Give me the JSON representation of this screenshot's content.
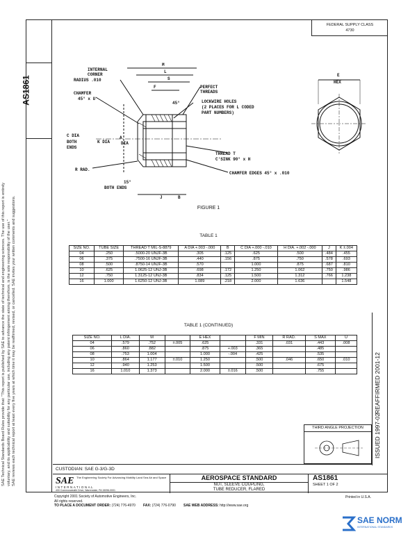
{
  "document": {
    "number": "AS1861",
    "federal_supply_class_label": "FEDERAL SUPPLY CLASS",
    "federal_supply_class_value": "4730",
    "reaffirmed": "REAFFIRMED 2001-12",
    "issued": "ISSUED 1997-02",
    "sidebar_text_1": "SAE Technical Standards Board Rules provide that: \"This report is published by SAE to advance the state of technical and engineering sciences. The use of this report is entirely",
    "sidebar_text_2": "voluntary, and its applicability and suitability for any particular use, including any patent infringement arising therefrom, is the sole responsibility of the user.\"",
    "sidebar_text_3": "SAE reviews each technical report at least every five years at which time it may be reaffirmed, revised, or cancelled. SAE invites your written comments and suggestions."
  },
  "figure": {
    "caption": "FIGURE 1",
    "labels": {
      "internal_corner": "INTERNAL",
      "internal_corner2": "CORNER",
      "internal_corner3": "RADIUS .010",
      "chamfer": "CHAMFER",
      "chamfer2": "45° x U",
      "c_dia": "C DIA",
      "both_ends": "BOTH",
      "both_ends2": "ENDS",
      "k_dia": "K DIA",
      "a_dia": "A",
      "a_dia2": "DIA",
      "r_rad": "R RAD.",
      "fifteen": "15°",
      "both_ends_bottom": "BOTH ENDS",
      "perfect_threads": "PERFECT",
      "perfect_threads2": "THREADS",
      "lockwire": "LOCKWIRE HOLES",
      "lockwire2": "(2 PLACES FOR L CODED",
      "lockwire3": "PART NUMBERS)",
      "thread_t": "THREAD T",
      "csk": "C'SINK 90° x H",
      "chamfer_edges": "CHAMFER EDGES 45° x .010",
      "forty_five": "45°",
      "dim_m": "M",
      "dim_l": "L",
      "dim_s": "S",
      "dim_f": "F",
      "dim_j": "J",
      "dim_b": "B",
      "dim_e": "E",
      "hex": "HEX"
    }
  },
  "table1": {
    "title": "TABLE 1",
    "headers": [
      "SIZE NO.",
      "TUBE SIZE",
      "THREAD T MIL-S-8879",
      "A DIA +.003 -.000",
      "B",
      "C DIA +.000 -.010",
      "H DIA. +.002 -.000",
      "J",
      "K ±.004"
    ],
    "rows": [
      [
        "04",
        ".250",
        ".5000-20 UNJF-3B",
        ".305",
        ".125",
        ".625",
        ".500",
        ".484",
        ".455"
      ],
      [
        "06",
        ".375",
        ".7500-16 UNJF-3B",
        ".440",
        ".156",
        ".875",
        ".750",
        ".578",
        ".693"
      ],
      [
        "08",
        ".500",
        ".8750-14 UNJF-3B",
        ".570",
        "",
        "1.000",
        ".875",
        ".687",
        ".810"
      ],
      [
        "10",
        ".625",
        "1.0625-12 UNJ-3B",
        ".698",
        ".172",
        "1.250",
        "1.062",
        ".750",
        ".986"
      ],
      [
        "12",
        ".750",
        "1.3125-12 UNJ-3B",
        ".834",
        ".125",
        "1.500",
        "1.312",
        ".766",
        "1.238"
      ],
      [
        "16",
        "1.000",
        "1.6250-12 UNJ-3B",
        "1.089",
        ".218",
        "2.000",
        "1.636",
        "",
        "1.548"
      ]
    ]
  },
  "table2": {
    "title": "TABLE 1 (CONTINUED)",
    "headers": [
      "SIZE NO.",
      "L DIA.",
      "M",
      "",
      "E HEX",
      "",
      "F MIN",
      "R RAD.",
      "S MAX",
      "U"
    ],
    "rows": [
      [
        "04",
        ".579",
        ".752",
        "±.005",
        ".625",
        "",
        ".331",
        ".031",
        ".443",
        ".008"
      ],
      [
        "06",
        ".860",
        ".882",
        "",
        ".875",
        "+.003",
        ".365",
        "",
        ".485",
        ""
      ],
      [
        "08",
        ".753",
        "1.004",
        "",
        "1.000",
        "-.004",
        ".425",
        "",
        ".535",
        ""
      ],
      [
        "10",
        ".864",
        "1.177",
        "±.010",
        "1.250",
        "",
        ".500",
        ".046",
        ".650",
        ".010"
      ],
      [
        "12",
        ".940",
        "1.253",
        "",
        "1.500",
        "",
        ".500",
        "",
        ".675",
        ""
      ],
      [
        "16",
        "1.010",
        "1.373",
        "",
        "2.000",
        "±.016",
        ".500",
        "",
        ".755",
        ""
      ]
    ]
  },
  "third_angle": "THIRD ANGLE PROJECTION",
  "custodian": "CUSTODIAN: SAE G-3/G-3D",
  "title_block": {
    "heading": "AEROSPACE STANDARD",
    "subtitle1": "NUT, SLEEVE COUPLING,",
    "subtitle2": "TUBE REDUCER, FLARED",
    "number": "AS1861",
    "sheet": "SHEET 1 OF 2",
    "sae_logo": "SAE",
    "sae_name": "The Engineering Society For Advancing Mobility Land Sea Air and Space",
    "sae_intl": "INTERNATIONAL",
    "sae_addr": "400 Commonwealth Drive, Warrendale, PA 15096-0001"
  },
  "footer": {
    "copyright": "Copyright 2001 Society of Automotive Engineers, Inc.",
    "rights": "All rights reserved.",
    "printed": "Printed in U.S.A.",
    "order_label": "TO PLACE A DOCUMENT ORDER:",
    "order_phone": "(724) 776-4970",
    "fax_label": "FAX:",
    "fax": "(724) 776-0790",
    "web_label": "SAE WEB ADDRESS:",
    "web": "http://www.sae.org"
  },
  "watermark": {
    "text": "SAE NORM",
    "sub": "INTERNATIONAL STANDARDS"
  }
}
